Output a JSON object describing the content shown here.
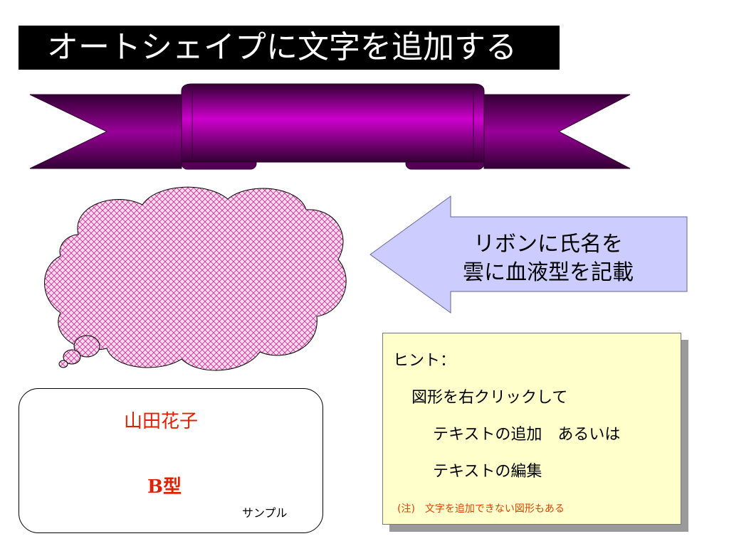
{
  "slide": {
    "title": "オートシェイプに文字を追加する",
    "arrow": {
      "line1": "リボンに氏名を",
      "line2": "雲に血液型を記載"
    },
    "hint": {
      "title": "ヒント：",
      "line1": "図形を右クリックして",
      "line2": "テキストの追加　あるいは",
      "line3": "テキストの編集",
      "note": "(注)　文字を追加できない図形もある"
    },
    "sample": {
      "name": "山田花子",
      "blood_type": "B型",
      "label": "サンプル"
    }
  },
  "colors": {
    "ribbon_main": "#990099",
    "ribbon_dark": "#330033",
    "cloud_fill": "#f2d6e8",
    "cloud_hatch": "#cc33aa",
    "arrow_fill": "#ccccff",
    "hint_fill": "#ffffcc",
    "sample_ribbon": "#e6e6c0",
    "sample_text": "#e02000"
  }
}
